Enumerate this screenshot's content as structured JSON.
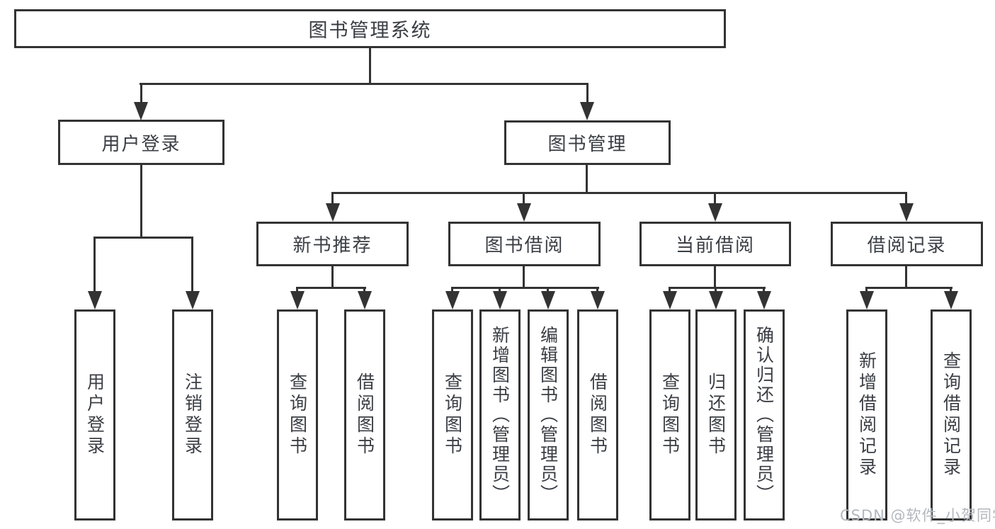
{
  "diagram": {
    "title": "图书管理系统",
    "root": {
      "label": "图书管理系统"
    },
    "branches": [
      {
        "label": "用户登录",
        "children": [
          {
            "label": "用户登录"
          },
          {
            "label": "注销登录"
          }
        ]
      },
      {
        "label": "图书管理",
        "children": [
          {
            "label": "新书推荐",
            "children": [
              {
                "label": "查询图书"
              },
              {
                "label": "借阅图书"
              }
            ]
          },
          {
            "label": "图书借阅",
            "children": [
              {
                "label": "查询图书"
              },
              {
                "label": "新增图书（管理员）"
              },
              {
                "label": "编辑图书（管理员）"
              },
              {
                "label": "借阅图书"
              }
            ]
          },
          {
            "label": "当前借阅",
            "children": [
              {
                "label": "查询图书"
              },
              {
                "label": "归还图书"
              },
              {
                "label": "确认归还（管理员）"
              }
            ]
          },
          {
            "label": "借阅记录",
            "children": [
              {
                "label": "新增借阅记录"
              },
              {
                "label": "查询借阅记录"
              }
            ]
          }
        ]
      }
    ],
    "watermark": "CSDN @软件_小贺同学",
    "colors": {
      "line": "#333333",
      "text": "#3a3e44",
      "background": "#ffffff",
      "watermark": "#b3b8be"
    }
  }
}
